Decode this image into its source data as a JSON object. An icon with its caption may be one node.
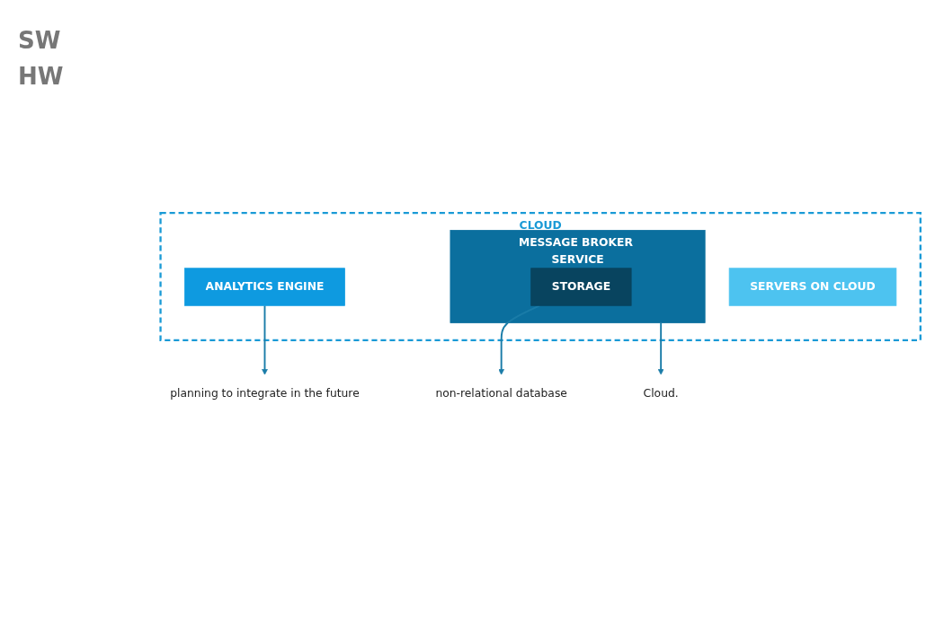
{
  "diagram": {
    "nodes": [
      {
        "text": [
          "CLOUD"
        ]
      },
      {
        "text": [
          "planning to integrate in the future"
        ]
      },
      {
        "text": [
          "Cloud."
        ]
      },
      {
        "text": [
          "ANALYTICS ENGINE"
        ],
        "in": 0
      },
      {
        "text": [
          "MESSAGE BROKER SERVICE"
        ],
        "in": 0
      },
      {
        "text": [
          "STORAGE"
        ],
        "in": 4
      },
      {
        "text": [
          "SERVERS ON CLOUD"
        ],
        "in": 0
      },
      {
        "text": [
          "non-relational database"
        ]
      }
    ],
    "edges": [
      {
        "from": 3,
        "to": 1,
        "arrow": "to"
      },
      {
        "from": 4,
        "to": 2,
        "arrow": "to"
      },
      {
        "from": 5,
        "to": 7,
        "arrow": "to"
      }
    ],
    "labels": [
      "SW",
      "HW"
    ]
  }
}
